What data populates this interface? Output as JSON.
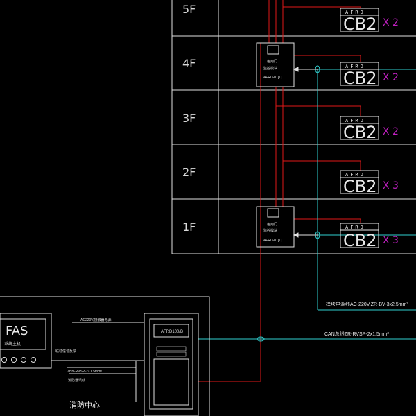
{
  "floors": [
    {
      "label": "5F",
      "cb_text": "CB2",
      "afrd": "AFRD",
      "multiplier": "X 2"
    },
    {
      "label": "4F",
      "cb_text": "CB2",
      "afrd": "AFRD",
      "multiplier": "X 2"
    },
    {
      "label": "3F",
      "cb_text": "CB2",
      "afrd": "AFRD",
      "multiplier": "X 2"
    },
    {
      "label": "2F",
      "cb_text": "CB2",
      "afrd": "AFRD",
      "multiplier": "X 3"
    },
    {
      "label": "1F",
      "cb_text": "CB2",
      "afrd": "AFRD",
      "multiplier": "X 3"
    }
  ],
  "floor_modules": [
    {
      "title": "备用门",
      "subtitle": "监控模块",
      "model": "AFRD-01[1]"
    },
    {
      "title": "备用门",
      "subtitle": "监控模块",
      "model": "AFRD-01[1]"
    }
  ],
  "lines": {
    "power_label": "模块电源线AC-220V,ZR-BV-3x2.5mm²",
    "can_label": "CAN总线ZR-RVSP-2x1.5mm²"
  },
  "control_room": {
    "ac_label": "AC220V,接触器电源",
    "linkage_label": "联动信号反馈",
    "bus_label": "ZBN-RVSP-2X1.5mm²",
    "bus_sub": "消防通讯线",
    "cabinet_model": "AFRD100/B",
    "fas_title": "FAS",
    "fas_subtitle": "系统主机",
    "center_label": "消防中心"
  },
  "colors": {
    "red": "#e01818",
    "cyan": "#30d0d0",
    "magenta": "#c020c0",
    "white": "#e8e8e8"
  }
}
